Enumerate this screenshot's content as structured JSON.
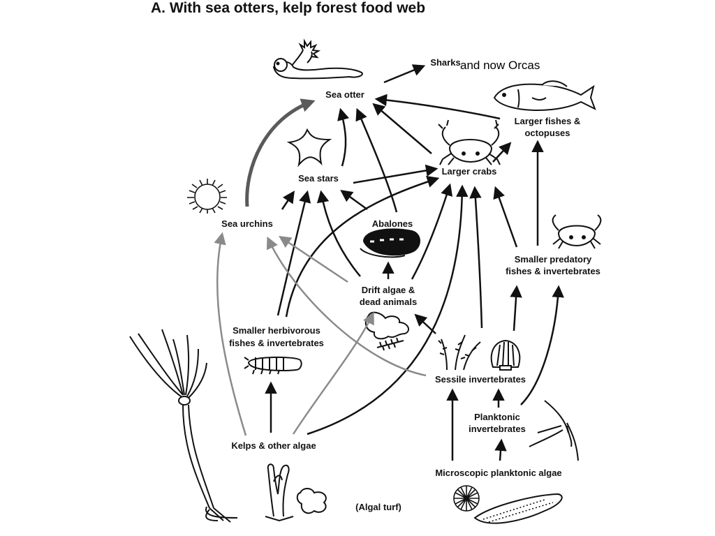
{
  "title": "A. With sea otters, kelp forest food web",
  "annotation": "and now Orcas",
  "nodes": {
    "sea_otter": "Sea otter",
    "sharks": "Sharks",
    "larger_fishes_1": "Larger fishes &",
    "larger_fishes_2": "octopuses",
    "larger_crabs": "Larger crabs",
    "sea_stars": "Sea stars",
    "sea_urchins": "Sea urchins",
    "abalones": "Abalones",
    "smaller_predatory_1": "Smaller predatory",
    "smaller_predatory_2": "fishes & invertebrates",
    "drift_algae_1": "Drift algae &",
    "drift_algae_2": "dead animals",
    "smaller_herbivorous_1": "Smaller herbivorous",
    "smaller_herbivorous_2": "fishes & invertebrates",
    "sessile": "Sessile invertebrates",
    "planktonic_1": "Planktonic",
    "planktonic_2": "invertebrates",
    "kelps": "Kelps & other algae",
    "microscopic": "Microscopic planktonic algae",
    "algal_turf": "(Algal turf)"
  },
  "colors": {
    "ink": "#111111",
    "gray_arrow": "#8a8a8a",
    "thick_arrow": "#5a5a5a"
  }
}
